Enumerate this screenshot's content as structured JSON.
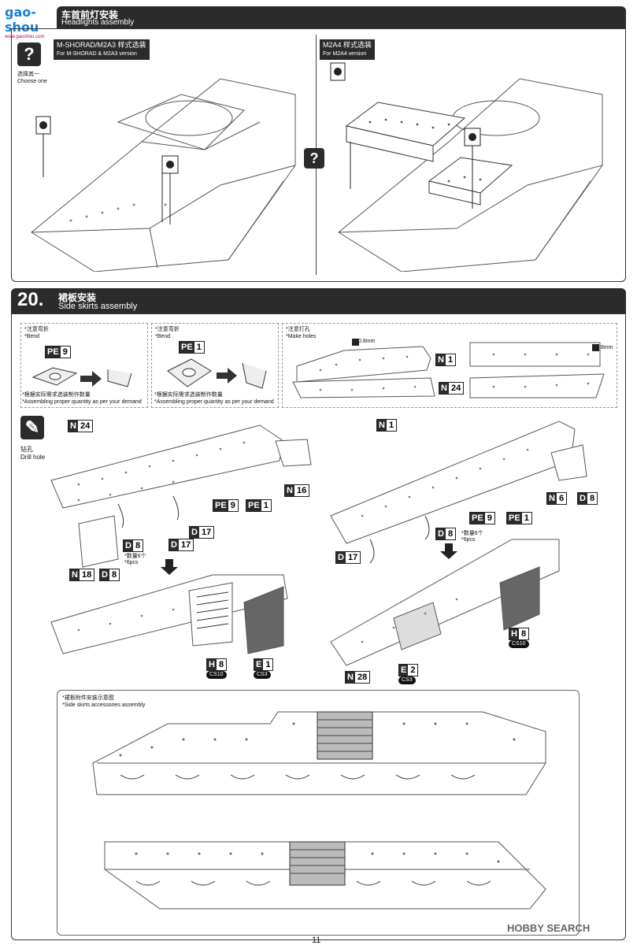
{
  "header": {
    "site_logo": "gao-shou",
    "site_sub": "www.gaoshou.com",
    "step_cn": "车首前灯安装",
    "step_en": "Headlights assembly"
  },
  "step19": {
    "choose_cn": "选择其一",
    "choose_en": "Choose one",
    "left_tag_cn": "M-SHORAD/M2A3 样式选装",
    "left_tag_en": "For M-SHORAD & M2A3 version",
    "right_tag_cn": "M2A4 样式选装",
    "right_tag_en": "For M2A4 version"
  },
  "step20": {
    "number": "20.",
    "title_cn": "裙板安装",
    "title_en": "Side skirts assembly",
    "bend_cn": "*注意弯折",
    "bend_en": "*Bend",
    "holes_cn": "*注意打孔",
    "holes_en": "*Make holes",
    "hole_size": "0.8mm",
    "quantity_cn": "*根据实际需求选装制作数量",
    "quantity_en": "*Assembling proper quantity as per your demand",
    "drill_cn": "钻孔",
    "drill_en": "Drill hole",
    "qty_cn": "*数量6个",
    "qty_en": "*6pcs",
    "cs10": "CS10",
    "cs3": "CS3",
    "accessories_cn": "*裙板附件安装示意图",
    "accessories_en": "*Side skirts accessories assembly"
  },
  "parts": {
    "pe9": {
      "l": "PE",
      "n": "9"
    },
    "pe1": {
      "l": "PE",
      "n": "1"
    },
    "n1": {
      "l": "N",
      "n": "1"
    },
    "n24": {
      "l": "N",
      "n": "24"
    },
    "n16": {
      "l": "N",
      "n": "16"
    },
    "n18": {
      "l": "N",
      "n": "18"
    },
    "n6": {
      "l": "N",
      "n": "6"
    },
    "n28": {
      "l": "N",
      "n": "28"
    },
    "d8": {
      "l": "D",
      "n": "8"
    },
    "d17": {
      "l": "D",
      "n": "17"
    },
    "h8": {
      "l": "H",
      "n": "8"
    },
    "e1": {
      "l": "E",
      "n": "1"
    },
    "e2": {
      "l": "E",
      "n": "2"
    }
  },
  "footer": {
    "page_number": "11",
    "watermark": "HOBBY SEARCH"
  }
}
